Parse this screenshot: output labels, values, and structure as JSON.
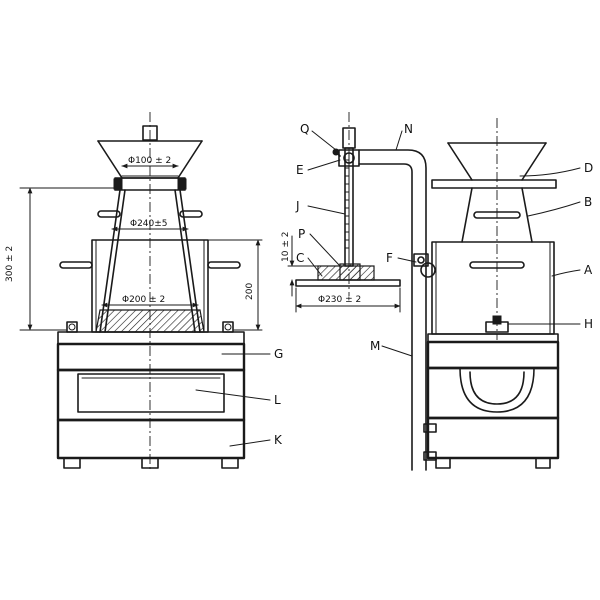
{
  "dimensions": {
    "top_diameter": "Φ100 ± 2",
    "middle_diameter": "Φ240±5",
    "bottom_diameter": "Φ200 ± 2",
    "overall_height": "300 ± 2",
    "cone_height": "200",
    "plate_diameter": "Φ230 ± 2",
    "gap": "10 ± 2"
  },
  "labels": {
    "Q": "Q",
    "N": "N",
    "E": "E",
    "J": "J",
    "P": "P",
    "C": "C",
    "F": "F",
    "M": "M",
    "D": "D",
    "B": "B",
    "A": "A",
    "H": "H",
    "G": "G",
    "L": "L",
    "K": "K"
  }
}
